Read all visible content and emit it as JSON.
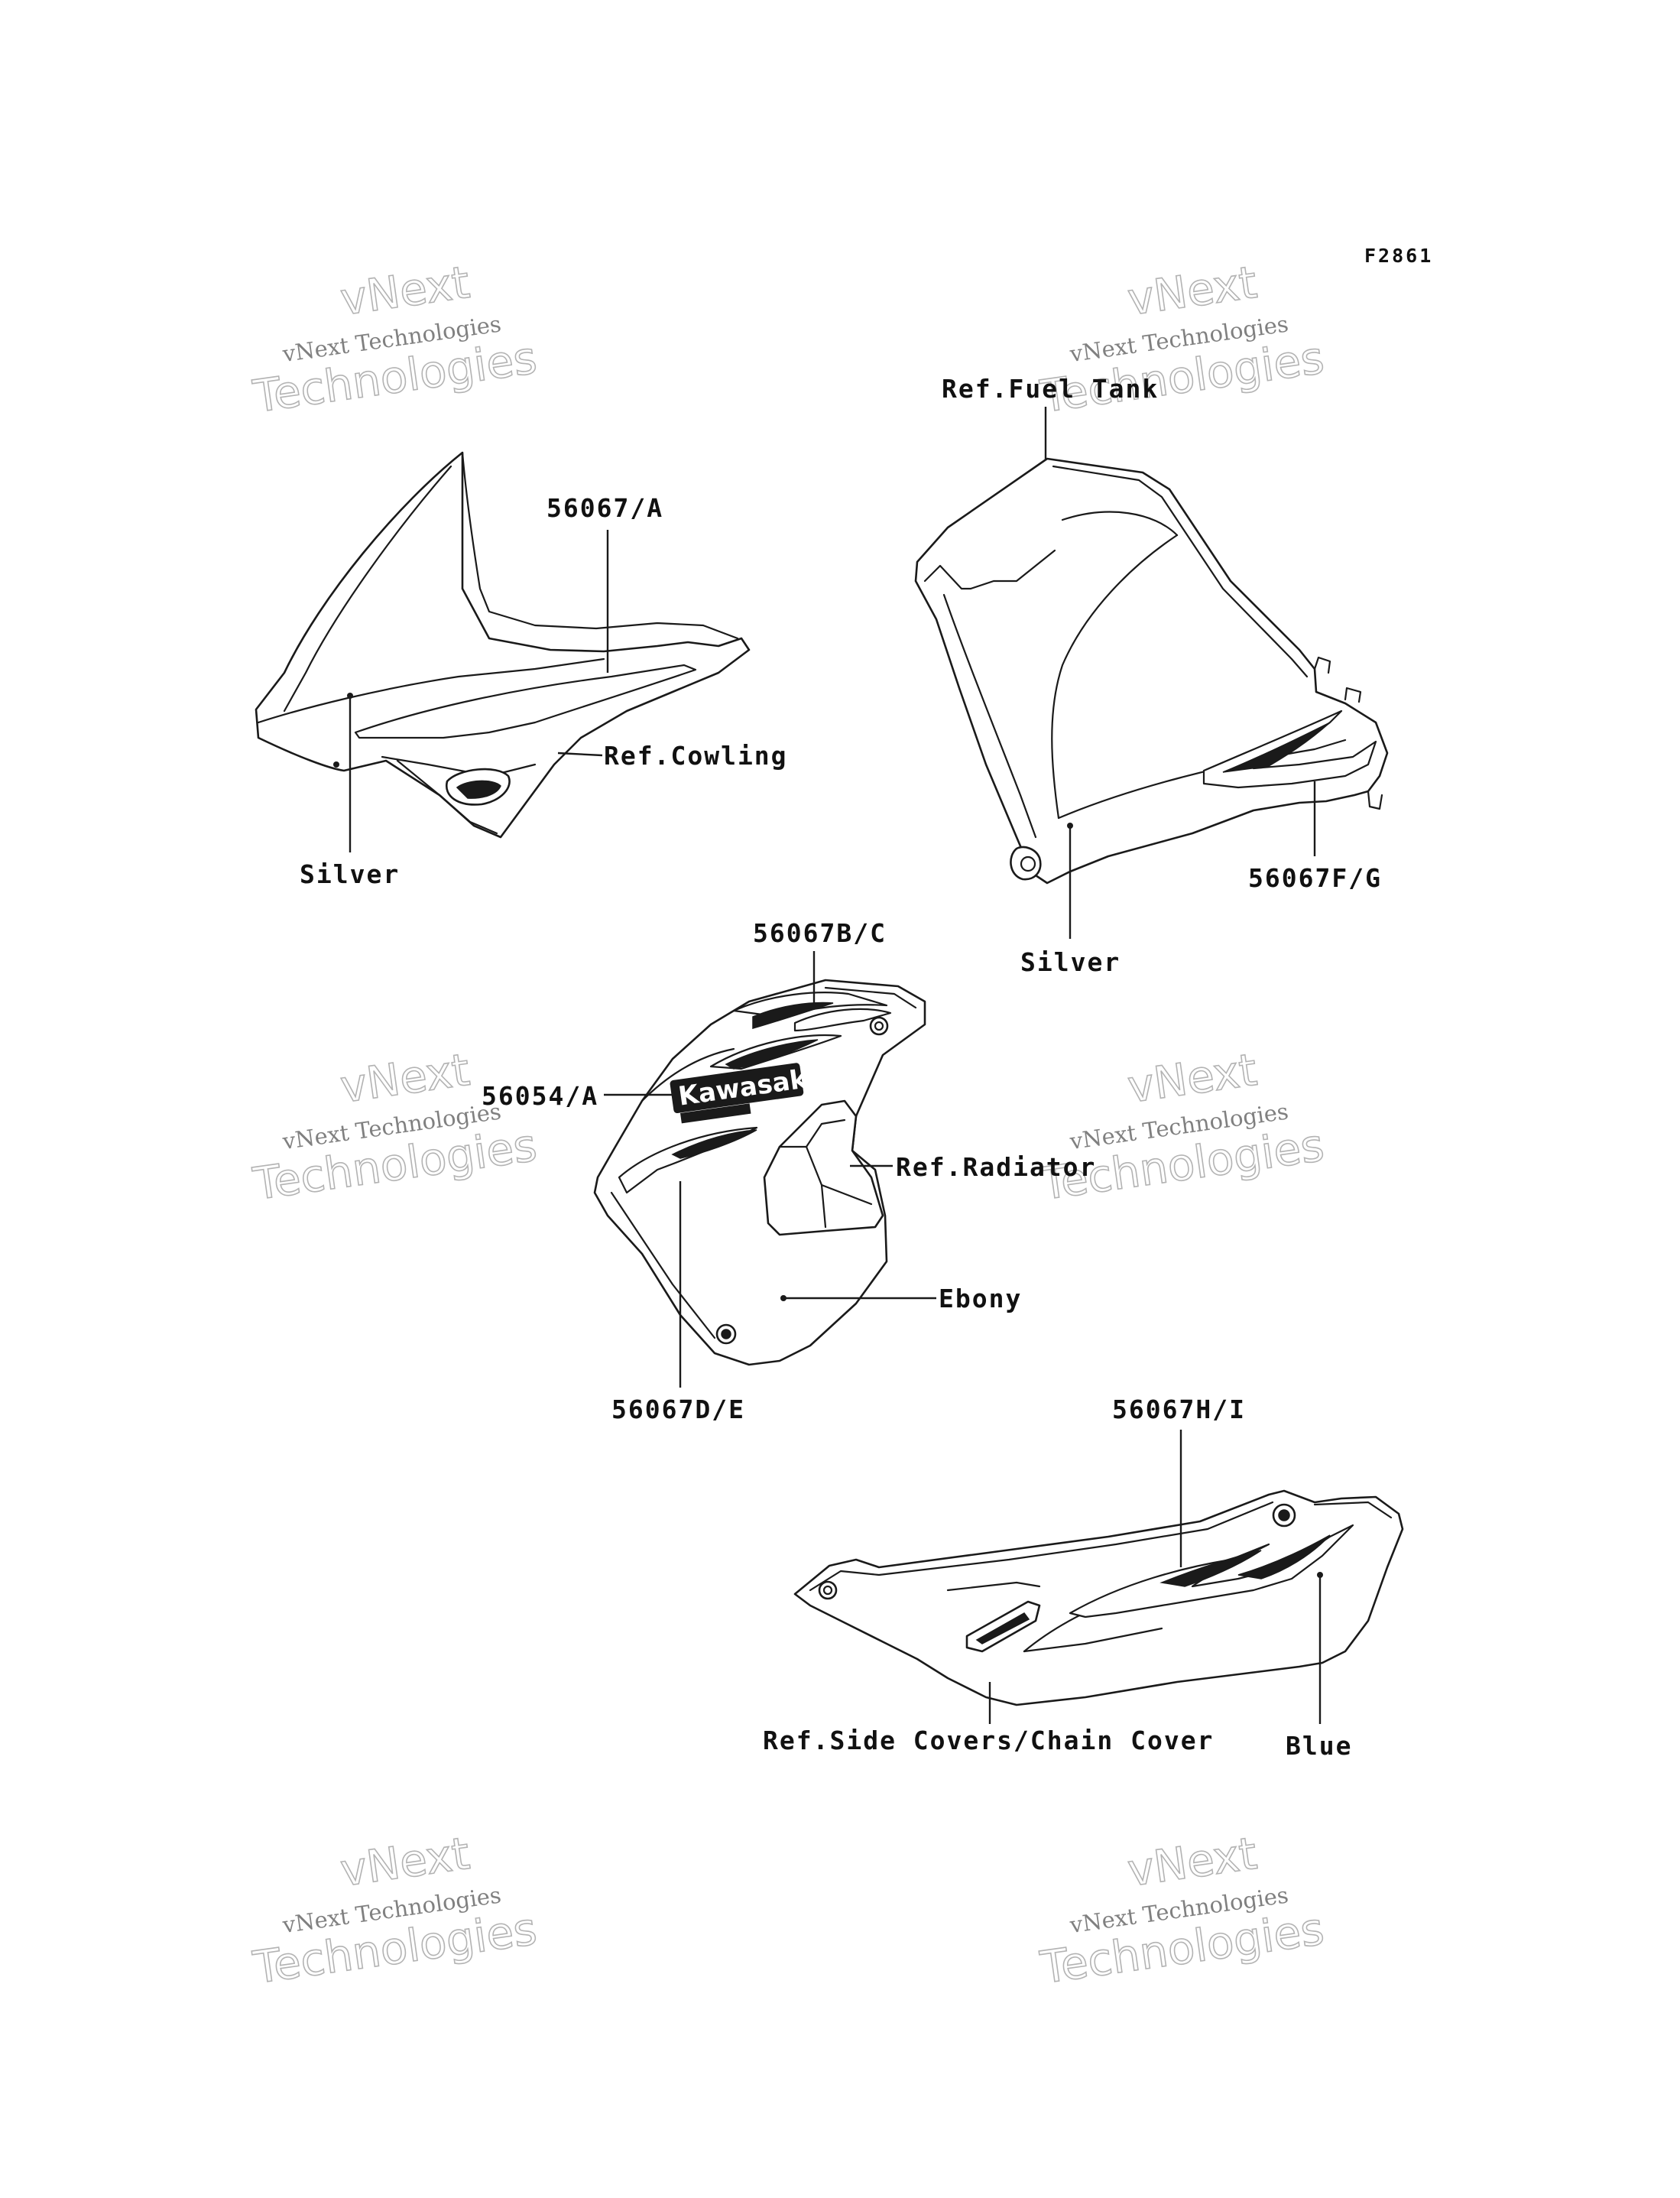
{
  "figure_id": "F2861",
  "watermark": {
    "line1": "vNext",
    "line2": "vNext Technologies",
    "line3": "Technologies"
  },
  "logo_lettering": "Kawasaki",
  "callouts": {
    "part_56067_a": "56067/A",
    "ref_cowling": "Ref.Cowling",
    "silver_left": "Silver",
    "ref_fuel_tank": "Ref.Fuel Tank",
    "part_56067_fg": "56067F/G",
    "silver_tank": "Silver",
    "part_56067_bc": "56067B/C",
    "part_56054_a": "56054/A",
    "ref_radiator": "Ref.Radiator",
    "ebony": "Ebony",
    "part_56067_de": "56067D/E",
    "part_56067_hi": "56067H/I",
    "ref_side_covers": "Ref.Side Covers/Chain Cover",
    "blue": "Blue"
  }
}
